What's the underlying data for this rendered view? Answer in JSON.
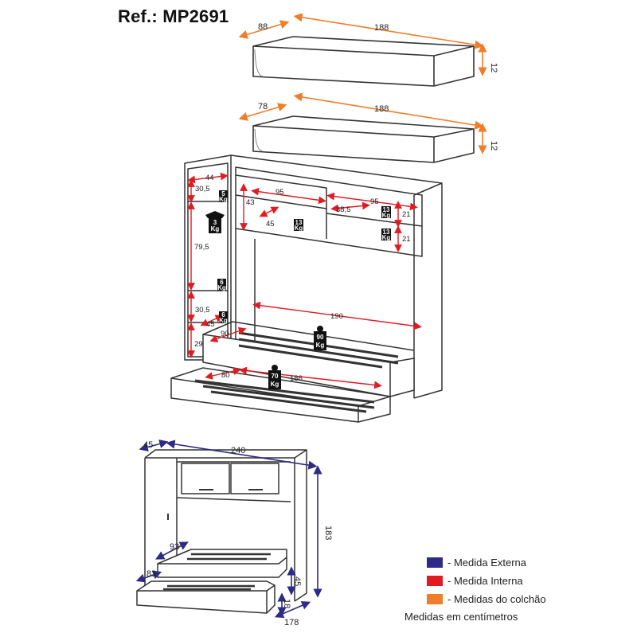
{
  "title": "Ref.: MP2691",
  "mattresses": [
    {
      "depth": "88",
      "length": "188",
      "height": "12"
    },
    {
      "depth": "78",
      "length": "188",
      "height": "12"
    }
  ],
  "internal_dims": {
    "top_left_width": "44",
    "top_left_height": "30,5",
    "hanging_height": "79,5",
    "lower_shelf_height": "30,5",
    "lower_depth": "45",
    "bottom_height": "29",
    "bridge_height": "43",
    "bridge_depth": "45",
    "bridge_width": "95",
    "right_width": "95",
    "right_depth": "38,5",
    "right_shelf_1": "21",
    "right_shelf_2": "21",
    "bed_width": "90",
    "bed_length": "190",
    "trundle_width": "80",
    "trundle_length": "186"
  },
  "loads": {
    "shelf_top_left": [
      "5",
      "Kg"
    ],
    "hanger": [
      "3",
      "Kg"
    ],
    "shelf_mid_left": [
      "6",
      "Kg"
    ],
    "shelf_low_left": [
      "6",
      "Kg"
    ],
    "bridge_shelf": [
      "13",
      "Kg"
    ],
    "right_shelf_1": [
      "13",
      "Kg"
    ],
    "right_shelf_2": [
      "13",
      "Kg"
    ],
    "bed": [
      "90",
      "Kg"
    ],
    "trundle": [
      "70",
      "Kg"
    ]
  },
  "external_dims": {
    "depth": "45",
    "width": "240",
    "height": "183",
    "bed_front_width": "93",
    "trundle_front_width": "83",
    "bed_height": "45",
    "trundle_height": "18",
    "length": "178"
  },
  "legend": [
    {
      "label": "- Medida Externa",
      "color": "#2e2a86"
    },
    {
      "label": "- Medida Interna",
      "color": "#e01b22"
    },
    {
      "label": "- Medidas do colchão",
      "color": "#f07d2a"
    }
  ],
  "note": "Medidas em centímetros",
  "colors": {
    "external": "#2e2a86",
    "internal": "#e01b22",
    "mattress": "#f07d2a",
    "line": "#333333"
  }
}
